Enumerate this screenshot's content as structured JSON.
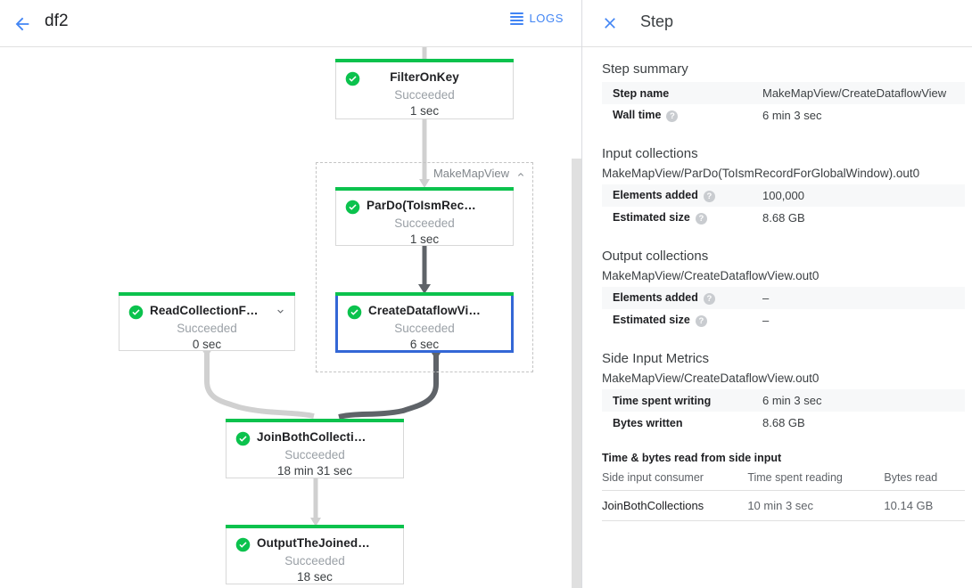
{
  "toolbar": {
    "back_icon": "arrow-left-icon",
    "job_name": "df2",
    "logs_label": "LOGS",
    "logs_icon": "list-icon"
  },
  "graph": {
    "group": {
      "label": "MakeMapView",
      "toggle_icon": "chevron-up-icon"
    },
    "nodes": [
      {
        "id": "filter-on-key",
        "name": "FilterOnKey",
        "status": "Succeeded",
        "duration": "1 sec",
        "status_icon": "check-circle-icon",
        "selected": false,
        "expandable": false
      },
      {
        "id": "pardo-toismrecordfor",
        "name": "ParDo(ToIsmRecordFor…",
        "status": "Succeeded",
        "duration": "1 sec",
        "status_icon": "check-circle-icon",
        "selected": false,
        "expandable": false
      },
      {
        "id": "create-dataflow-view",
        "name": "CreateDataflowView",
        "status": "Succeeded",
        "duration": "6 sec",
        "status_icon": "check-circle-icon",
        "selected": true,
        "expandable": false
      },
      {
        "id": "read-collection-for-join",
        "name": "ReadCollectionForJoin",
        "status": "Succeeded",
        "duration": "0 sec",
        "status_icon": "check-circle-icon",
        "selected": false,
        "expandable": true,
        "expand_icon": "chevron-down-icon"
      },
      {
        "id": "join-both-collections",
        "name": "JoinBothCollections",
        "status": "Succeeded",
        "duration": "18 min 31 sec",
        "status_icon": "check-circle-icon",
        "selected": false,
        "expandable": false
      },
      {
        "id": "output-the-joined-collection",
        "name": "OutputTheJoinedCollec…",
        "status": "Succeeded",
        "duration": "18 sec",
        "status_icon": "check-circle-icon",
        "selected": false,
        "expandable": false
      }
    ]
  },
  "details": {
    "close_icon": "close-icon",
    "title": "Step",
    "step_summary": {
      "heading": "Step summary",
      "rows": [
        {
          "key": "Step name",
          "value": "MakeMapView/CreateDataflowView",
          "help": false
        },
        {
          "key": "Wall time",
          "value": "6 min 3 sec",
          "help": true
        }
      ]
    },
    "input_collections": {
      "heading": "Input collections",
      "collection": "MakeMapView/ParDo(ToIsmRecordForGlobalWindow).out0",
      "rows": [
        {
          "key": "Elements added",
          "value": "100,000",
          "help": true
        },
        {
          "key": "Estimated size",
          "value": "8.68 GB",
          "help": true
        }
      ]
    },
    "output_collections": {
      "heading": "Output collections",
      "collection": "MakeMapView/CreateDataflowView.out0",
      "rows": [
        {
          "key": "Elements added",
          "value": "–",
          "help": true
        },
        {
          "key": "Estimated size",
          "value": "–",
          "help": true
        }
      ]
    },
    "side_input_metrics": {
      "heading": "Side Input Metrics",
      "collection": "MakeMapView/CreateDataflowView.out0",
      "rows": [
        {
          "key": "Time spent writing",
          "value": "6 min 3 sec",
          "help": false
        },
        {
          "key": "Bytes written",
          "value": "8.68 GB",
          "help": false
        }
      ],
      "table": {
        "heading": "Time & bytes read from side input",
        "columns": [
          "Side input consumer",
          "Time spent reading",
          "Bytes read"
        ],
        "rows": [
          [
            "JoinBothCollections",
            "10 min 3 sec",
            "10.14 GB"
          ]
        ]
      }
    }
  },
  "colors": {
    "accent_blue": "#4285f4",
    "selected_border": "#3367d6",
    "success_green": "#0bc24d",
    "edge_default": "#d0d0d0",
    "edge_highlight": "#5f6368"
  }
}
